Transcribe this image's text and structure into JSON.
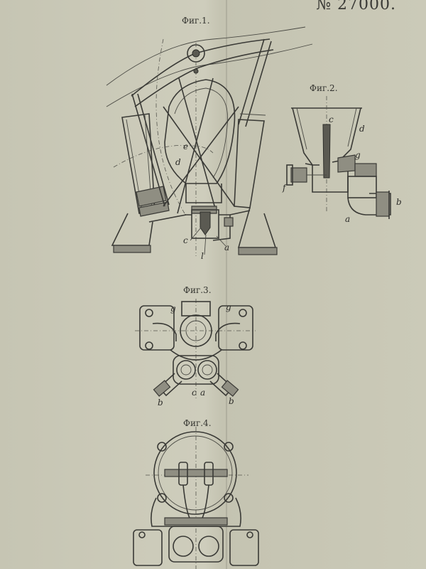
{
  "patent_number": "№ 27000.",
  "figures": {
    "fig1": "Фиг.1.",
    "fig2": "Фиг.2.",
    "fig3": "Фиг.3.",
    "fig4": "Фиг.4."
  },
  "labels": {
    "fig1": {
      "e": "e",
      "d": "d",
      "c": "c",
      "l": "l",
      "a": "a"
    },
    "fig2": {
      "c": "c",
      "d": "d",
      "g": "g",
      "f": "f",
      "b": "b",
      "a": "a"
    },
    "fig3": {
      "g_left": "g",
      "g_right": "g",
      "b_left": "b",
      "c": "c",
      "a": "a",
      "b_right": "b"
    }
  }
}
